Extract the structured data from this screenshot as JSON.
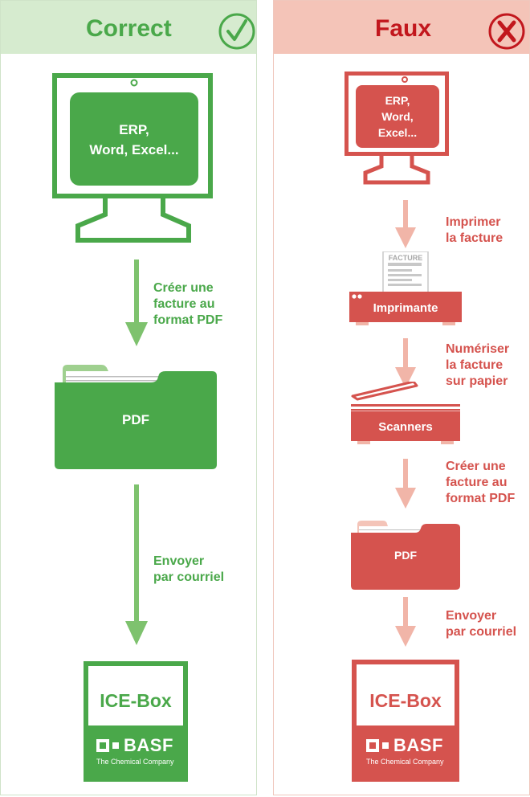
{
  "colors": {
    "correct_green": "#4aa84a",
    "correct_light": "#d6ebcf",
    "wrong_red": "#d5534e",
    "wrong_light": "#f4c4b8",
    "wrong_title": "#c2171d"
  },
  "correct": {
    "title": "Correct",
    "status_icon": "check-circle-icon",
    "monitor_text": "ERP,\nWord, Excel...",
    "steps": [
      "Créer une\nfacture au\nformat PDF",
      "Envoyer\npar courriel"
    ],
    "pdf_label": "PDF",
    "icebox_title": "ICE-Box",
    "basf_word": "BASF",
    "basf_tagline": "The Chemical Company"
  },
  "wrong": {
    "title": "Faux",
    "status_icon": "x-circle-icon",
    "monitor_text": "ERP,\nWord,\nExcel...",
    "steps": [
      "Imprimer\nla facture",
      "Numériser\nla facture\nsur papier",
      "Créer une\nfacture au\nformat PDF",
      "Envoyer\npar courriel"
    ],
    "paper_label": "FACTURE",
    "printer_label": "Imprimante",
    "scanner_label": "Scanners",
    "pdf_label": "PDF",
    "icebox_title": "ICE-Box",
    "basf_word": "BASF",
    "basf_tagline": "The Chemical Company"
  }
}
